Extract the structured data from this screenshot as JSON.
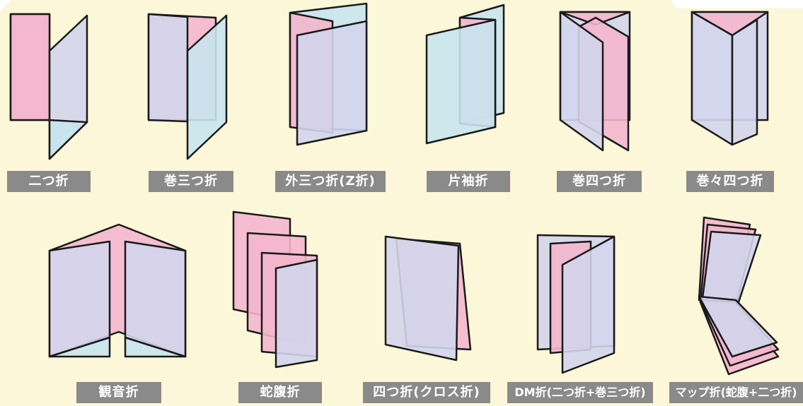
{
  "colors": {
    "background": "#fdf7d9",
    "pink": "#f4b6cd",
    "lavender": "#d3d5ec",
    "light_blue": "#c8e4ee",
    "outline": "#1a1a1a",
    "label_bg": "#8a8a8a",
    "label_text": "#ffffff"
  },
  "labels": {
    "nitsu_ori": "二つ折",
    "maki_mitsu_ori": "巻三つ折",
    "soto_mitsu_ori": "外三つ折(Z折)",
    "kata_sode_ori": "片袖折",
    "maki_yotsu_ori": "巻四つ折",
    "makimaki_yotsu_ori": "巻々四つ折",
    "kannon_ori": "観音折",
    "jabara_ori": "蛇腹折",
    "yotsu_ori_cross": "四つ折(クロス折)",
    "dm_ori": "DM折(二つ折+巻三つ折)",
    "map_ori": "マップ折(蛇腹+二つ折)"
  }
}
